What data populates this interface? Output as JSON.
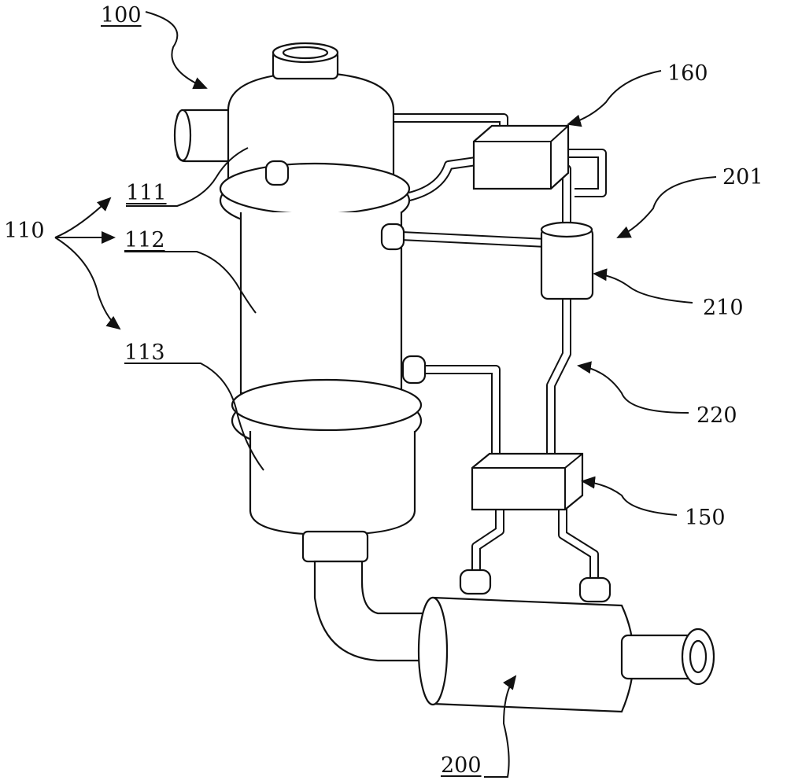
{
  "labels": {
    "l100": "100",
    "l160": "160",
    "l201": "201",
    "l111": "111",
    "l110": "110",
    "l112": "112",
    "l210": "210",
    "l113": "113",
    "l220": "220",
    "l150": "150",
    "l200": "200"
  }
}
